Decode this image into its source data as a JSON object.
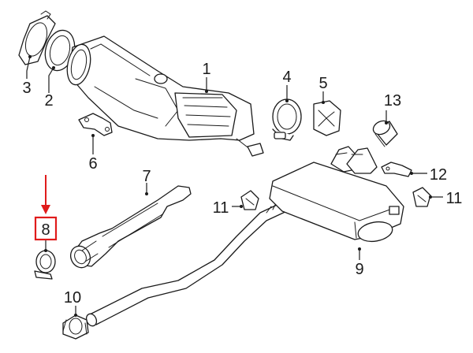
{
  "diagram": {
    "callouts": [
      {
        "id": "1",
        "label": "1"
      },
      {
        "id": "2",
        "label": "2"
      },
      {
        "id": "3",
        "label": "3"
      },
      {
        "id": "4",
        "label": "4"
      },
      {
        "id": "5",
        "label": "5"
      },
      {
        "id": "6",
        "label": "6"
      },
      {
        "id": "7",
        "label": "7"
      },
      {
        "id": "8",
        "label": "8"
      },
      {
        "id": "9",
        "label": "9"
      },
      {
        "id": "10",
        "label": "10"
      },
      {
        "id": "11a",
        "label": "11"
      },
      {
        "id": "11b",
        "label": "11"
      },
      {
        "id": "12",
        "label": "12"
      },
      {
        "id": "13",
        "label": "13"
      }
    ],
    "highlighted_callout": "8",
    "colors": {
      "line": "#1a1a1a",
      "highlight": "#e01b1b",
      "background": "#ffffff"
    }
  }
}
